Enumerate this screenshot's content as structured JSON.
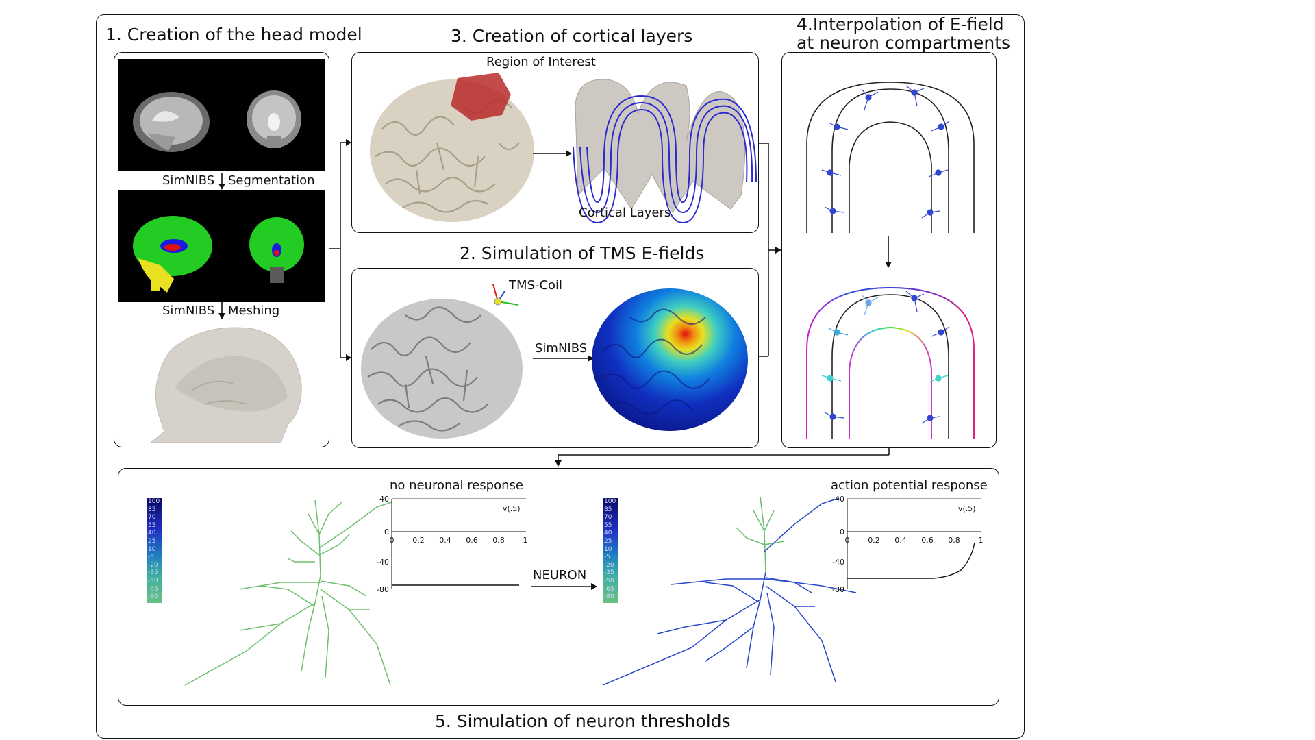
{
  "panels": {
    "head_model": {
      "title": "1. Creation of the head model",
      "step1_label_left": "SimNIBS",
      "step1_label_right": "Segmentation",
      "step2_label_left": "SimNIBS",
      "step2_label_right": "Meshing"
    },
    "cortical_layers": {
      "title": "3. Creation of cortical layers",
      "roi_label": "Region of Interest",
      "layers_label": "Cortical Layers"
    },
    "tms_efields": {
      "title": "2. Simulation of TMS E-fields",
      "coil_label": "TMS-Coil",
      "arrow_label": "SimNIBS"
    },
    "interpolation": {
      "title_line1": "4.Interpolation of E-field",
      "title_line2": "at neuron compartments"
    },
    "neuron_thresholds": {
      "title": "5. Simulation of neuron thresholds",
      "left_caption": "no neuronal response",
      "right_caption": "action potential response",
      "arrow_label": "NEURON",
      "colorbar_ticks": [
        "100",
        "85",
        "70",
        "55",
        "40",
        "25",
        "10",
        "-5",
        "-20",
        "-35",
        "-50",
        "-65",
        "-80"
      ],
      "plot_y_ticks": [
        "40",
        "0",
        "-40",
        "-80"
      ],
      "plot_x_ticks": [
        "0",
        "0.2",
        "0.4",
        "0.6",
        "0.8",
        "1"
      ],
      "plot_legend": "v(.5)"
    }
  },
  "colors": {
    "border": "#111111",
    "brain_gray": "#cfcac0",
    "segmentation_green": "#22cc22",
    "efield_blue": "#1030c0",
    "roi_red": "#b02020",
    "layer_blue": "#2a2ad0",
    "neuron_green": "#6cbf6c",
    "neuron_blue": "#2747c9"
  }
}
